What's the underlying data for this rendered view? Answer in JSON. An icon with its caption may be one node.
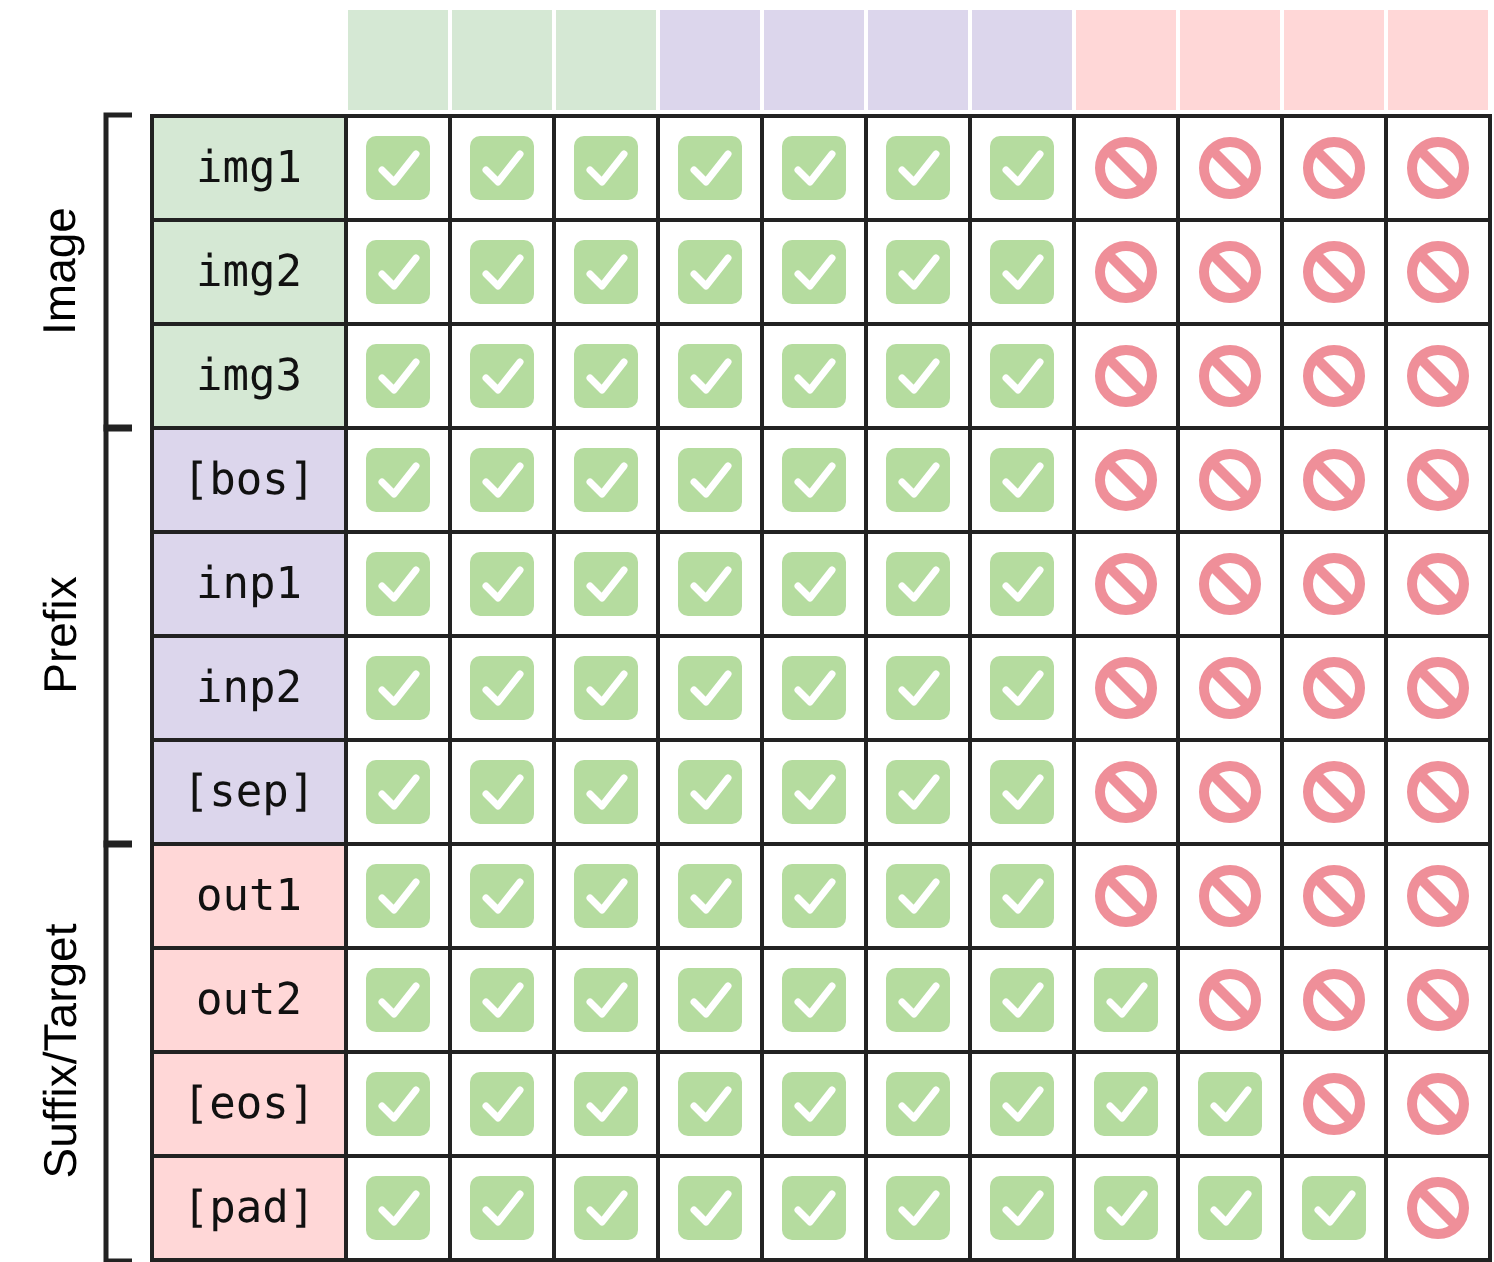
{
  "diagram": {
    "labels": [
      "Image",
      "img1",
      "img2",
      "img3",
      "Prefix",
      "[bos]",
      "inp1",
      "inp2",
      "[sep]",
      "Suffix/Target",
      "out1",
      "out2",
      "[eos]",
      "[pad]"
    ]
  }
}
